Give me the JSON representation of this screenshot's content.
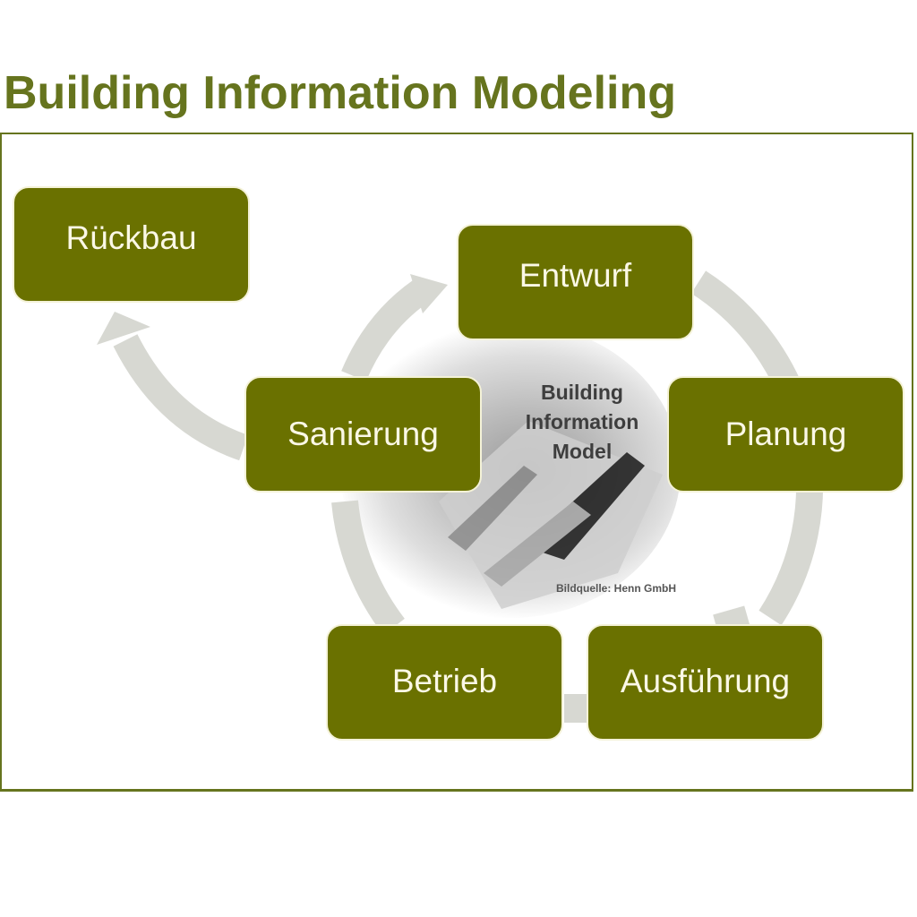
{
  "title": "Building Information Modeling",
  "center": {
    "label_line1": "Building",
    "label_line2": "Information",
    "label_line3": "Model",
    "credit": "Bildquelle:  Henn GmbH"
  },
  "stages": {
    "rueckbau": "Rückbau",
    "entwurf": "Entwurf",
    "planung": "Planung",
    "ausfuehrung": "Ausführung",
    "betrieb": "Betrieb",
    "sanierung": "Sanierung"
  },
  "colors": {
    "accent": "#66741e",
    "box_fill": "#6a7100",
    "box_text": "#fbf8e6",
    "arrow": "#d7d8d2"
  }
}
